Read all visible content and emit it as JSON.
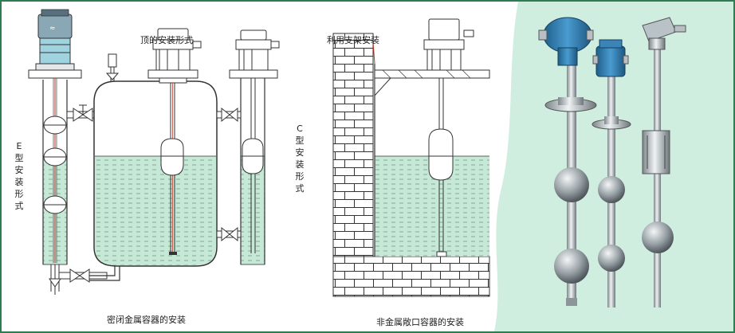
{
  "labels": {
    "top_mount": "顶的安装形式",
    "bracket_mount": "利用支架安装",
    "type_e": "E型安装形式",
    "type_c": "C型安装形式",
    "sealed_metal": "密闭金属容器的安装",
    "nonmetal_open": "非金属敞口容器的安装"
  },
  "colors": {
    "border": "#2e7d52",
    "liquid": "#c6e8d6",
    "photo_bg": "#cfeee0",
    "steel": "#c3cbcf",
    "blue_head": "#2f7fb0"
  }
}
